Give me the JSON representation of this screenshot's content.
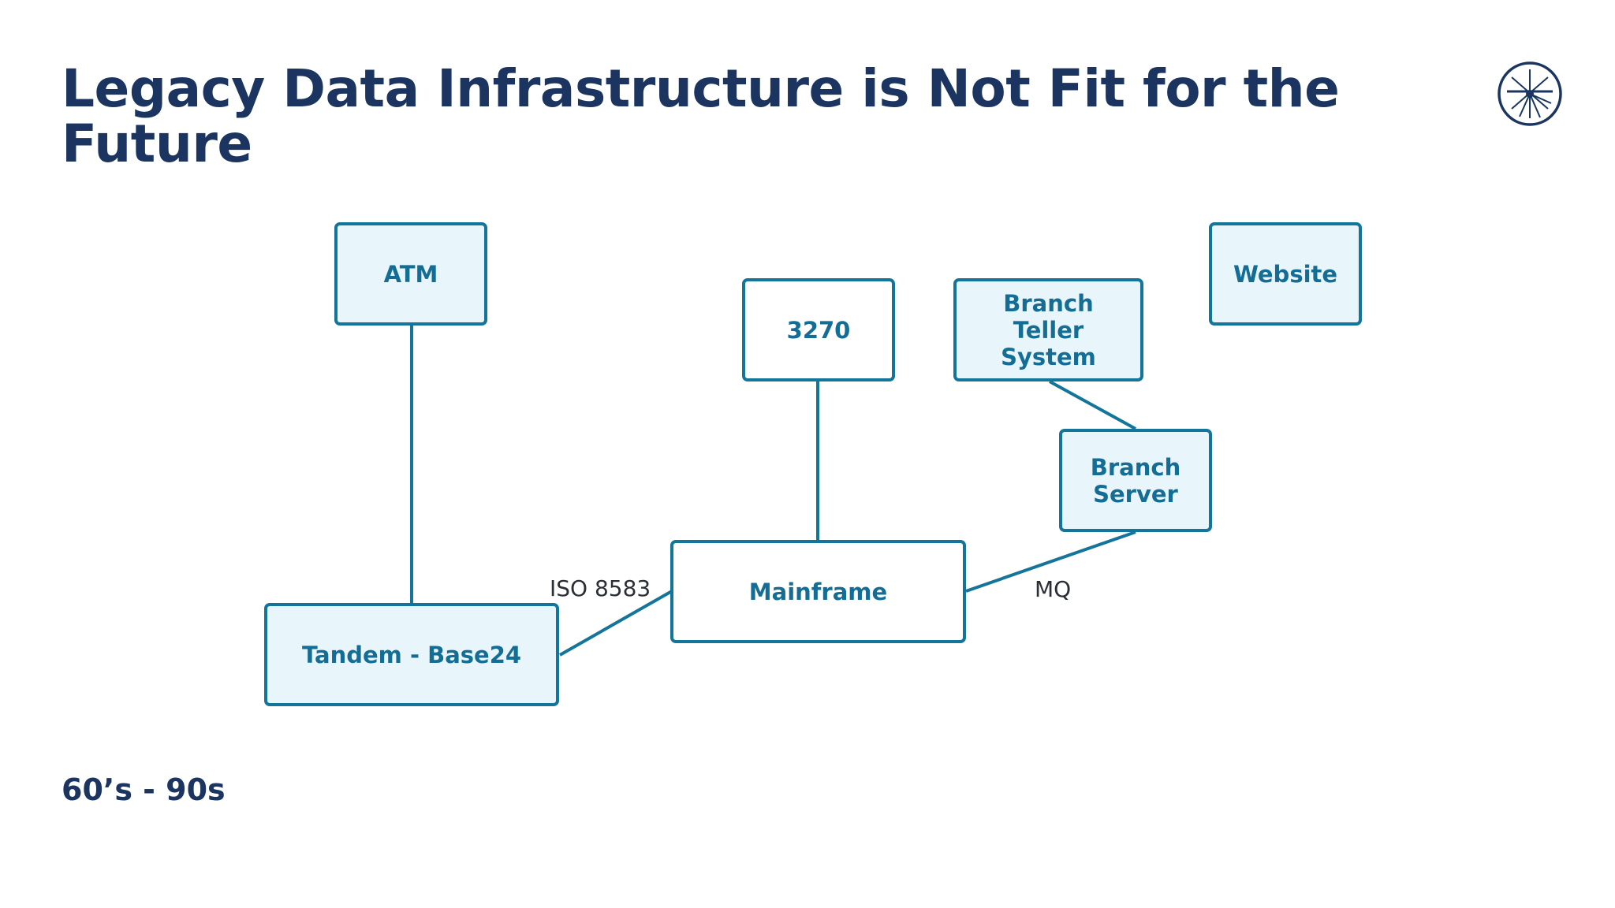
{
  "slide": {
    "title": "Legacy Data Infrastructure is Not Fit for the Future",
    "era_label": "60’s - 90s"
  },
  "logo": {
    "icon": "starburst-logo-icon"
  },
  "colors": {
    "title": "#1b3560",
    "node_border": "#14759a",
    "node_fill": "#e8f5fb",
    "node_text": "#146d94",
    "edge": "#14759a"
  },
  "diagram": {
    "nodes": {
      "atm": "ATM",
      "terminal_3270": "3270",
      "branch_teller": "Branch Teller System",
      "website": "Website",
      "branch_server": "Branch Server",
      "mainframe": "Mainframe",
      "tandem": "Tandem - Base24"
    },
    "edge_labels": {
      "iso": "ISO 8583",
      "mq": "MQ"
    }
  }
}
